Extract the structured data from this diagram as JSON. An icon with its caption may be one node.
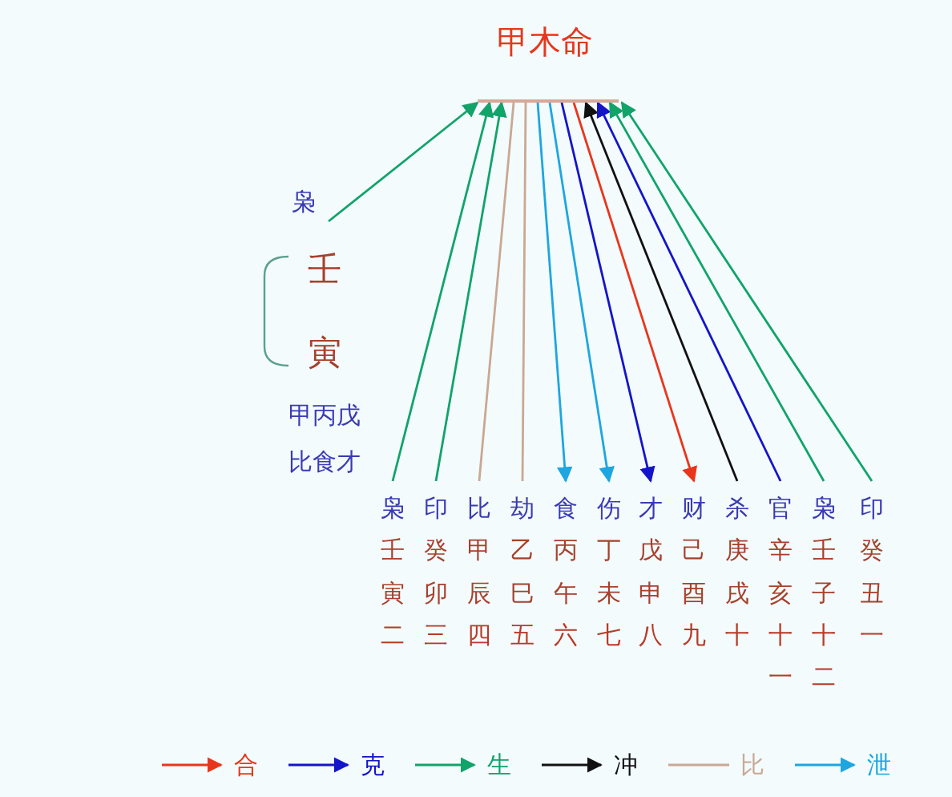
{
  "diagram": {
    "nodes": [
      {
        "text": [
          "甲木命"
        ]
      },
      {
        "text": [
          "枭"
        ]
      },
      {
        "text": [
          "枭",
          "壬",
          "寅",
          "二"
        ]
      },
      {
        "text": [
          "印",
          "癸",
          "卯",
          "三"
        ]
      },
      {
        "text": [
          "比",
          "甲",
          "辰",
          "四"
        ]
      },
      {
        "text": [
          "劫",
          "乙",
          "巳",
          "五"
        ]
      },
      {
        "text": [
          "食",
          "丙",
          "午",
          "六"
        ]
      },
      {
        "text": [
          "伤",
          "丁",
          "未",
          "七"
        ]
      },
      {
        "text": [
          "才",
          "戊",
          "申",
          "八"
        ]
      },
      {
        "text": [
          "财",
          "己",
          "酉",
          "九"
        ]
      },
      {
        "text": [
          "杀",
          "庚",
          "戌",
          "十"
        ]
      },
      {
        "text": [
          "官",
          "辛",
          "亥",
          "十一"
        ]
      },
      {
        "text": [
          "枭",
          "壬",
          "子",
          "十二"
        ]
      },
      {
        "text": [
          "印",
          "癸",
          "丑",
          "一"
        ]
      }
    ],
    "edges": [
      {
        "from": 1,
        "to": 0,
        "arrow": "to"
      },
      {
        "from": 2,
        "to": 0,
        "arrow": "to"
      },
      {
        "from": 3,
        "to": 0,
        "arrow": "to"
      },
      {
        "from": 4,
        "to": 0,
        "arrow": "none",
        "color": "#c9a894"
      },
      {
        "from": 5,
        "to": 0,
        "arrow": "none",
        "color": "#c9a894"
      },
      {
        "from": 0,
        "to": 6,
        "arrow": "to",
        "color": "#1ea6e0"
      },
      {
        "from": 0,
        "to": 7,
        "arrow": "to",
        "color": "#1ea6e0"
      },
      {
        "from": 0,
        "to": 8,
        "arrow": "to",
        "color": "#1414c8"
      },
      {
        "from": 0,
        "to": 9,
        "arrow": "to",
        "color": "#e8361c"
      },
      {
        "from": 10,
        "to": 0,
        "arrow": "to",
        "color": "#111111"
      },
      {
        "from": 11,
        "to": 0,
        "arrow": "to",
        "color": "#1414c8"
      },
      {
        "from": 12,
        "to": 0,
        "arrow": "to"
      },
      {
        "from": 13,
        "to": 0,
        "arrow": "to"
      }
    ],
    "labels": [
      "壬",
      "寅",
      "甲丙戊",
      "比食才"
    ],
    "legend": [
      {
        "text": "合",
        "color": "#e8361c"
      },
      {
        "text": "克",
        "color": "#1414c8"
      },
      {
        "text": "生",
        "color": "#12a36a"
      },
      {
        "text": "冲",
        "color": "#111111"
      },
      {
        "text": "比",
        "color": "#c9a894"
      },
      {
        "text": "泄",
        "color": "#1ea6e0"
      }
    ]
  }
}
